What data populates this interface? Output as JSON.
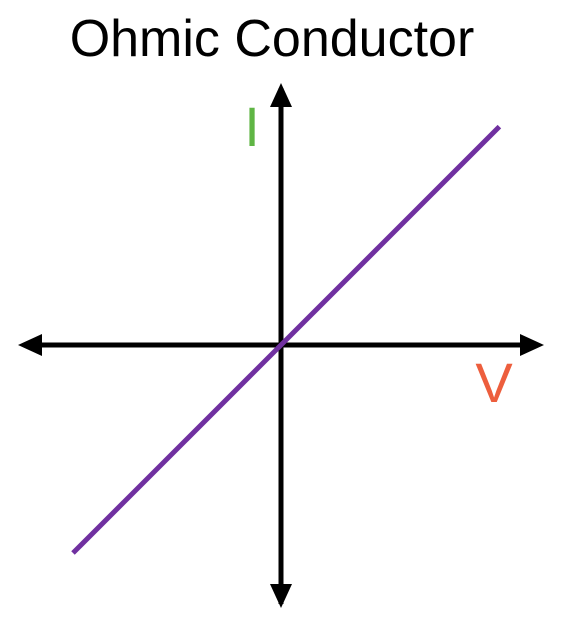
{
  "chart_data": {
    "type": "line",
    "title": "Ohmic Conductor",
    "xlabel": "V",
    "ylabel": "I",
    "xlim": [
      -1,
      1
    ],
    "ylim": [
      -1,
      1
    ],
    "grid": false,
    "ticks": false,
    "series": [
      {
        "x": [
          -0.8,
          0.84
        ],
        "y": [
          -0.8,
          0.84
        ],
        "color": "#7030A0"
      }
    ],
    "colors": {
      "axes": "#000000",
      "xlabel": "#ED5E3D",
      "ylabel": "#5FB544"
    }
  }
}
